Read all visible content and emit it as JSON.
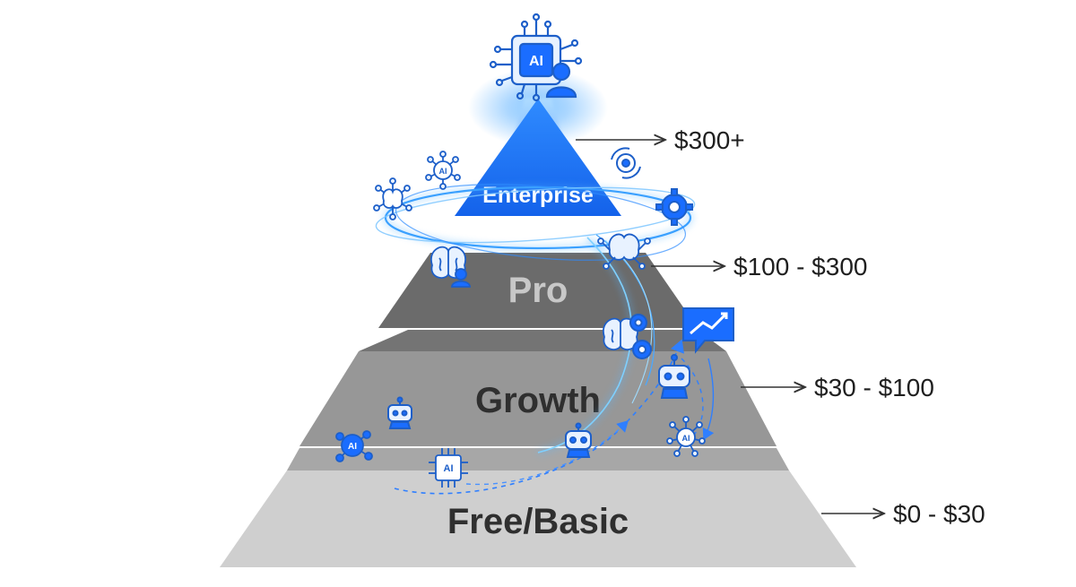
{
  "tiers": [
    {
      "name": "Enterprise",
      "price": "$300+",
      "color": "#1a6dff",
      "text_color": "#ffffff"
    },
    {
      "name": "Pro",
      "price": "$100 - $300",
      "color": "#6b6b6b",
      "text_color": "#c8c8c8"
    },
    {
      "name": "Growth",
      "price": "$30 - $100",
      "color": "#979797",
      "text_color": "#2f2f2f"
    },
    {
      "name": "Free/Basic",
      "price": "$0 - $30",
      "color": "#cfcfcf",
      "text_color": "#2f2f2f"
    }
  ],
  "top_icon_text": "AI",
  "node_icon_text": "AI",
  "colors": {
    "accent": "#1a6dff",
    "glow": "#3aa0ff",
    "icon_stroke": "#1d5fc9",
    "icon_fill": "#e8f2ff"
  },
  "icons": [
    "ai-chip-user-icon",
    "ai-network-icon",
    "brain-icon",
    "gear-icon",
    "chart-icon",
    "robot-icon"
  ]
}
